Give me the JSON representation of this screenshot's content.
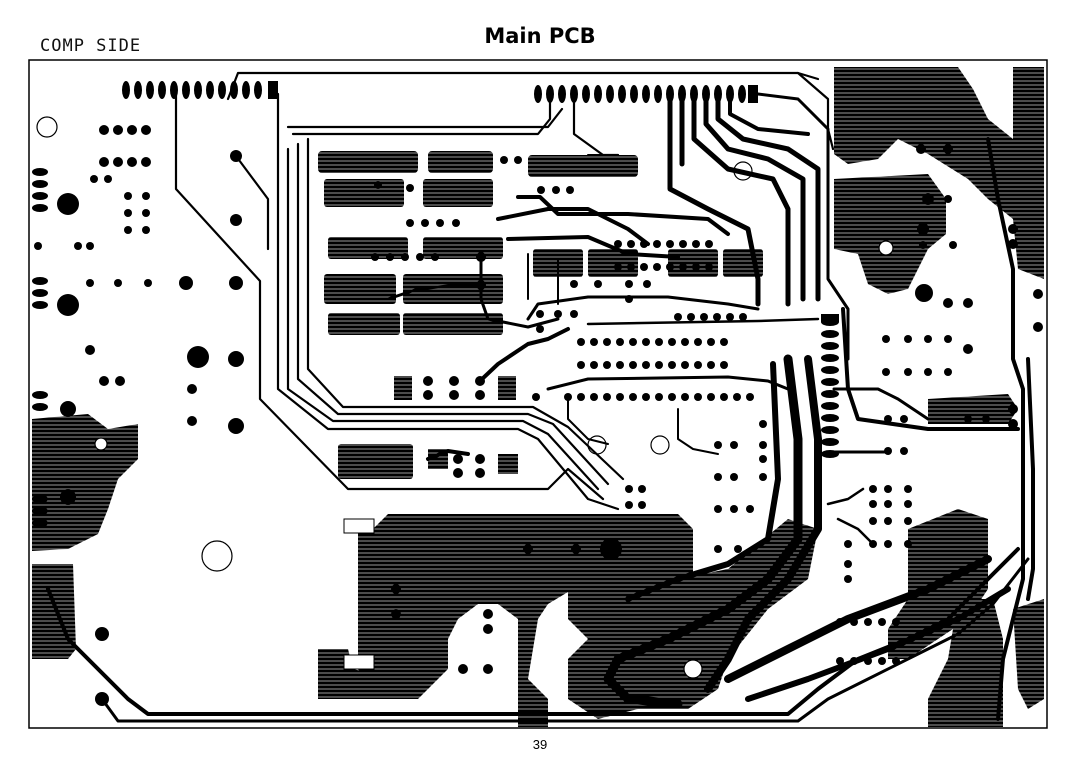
{
  "header": {
    "side_label": "COMP SIDE",
    "title": "Main PCB"
  },
  "footer": {
    "page_number": "39"
  },
  "board": {
    "layer": "component side copper",
    "ink_color": "#000000",
    "background_color": "#ffffff"
  }
}
